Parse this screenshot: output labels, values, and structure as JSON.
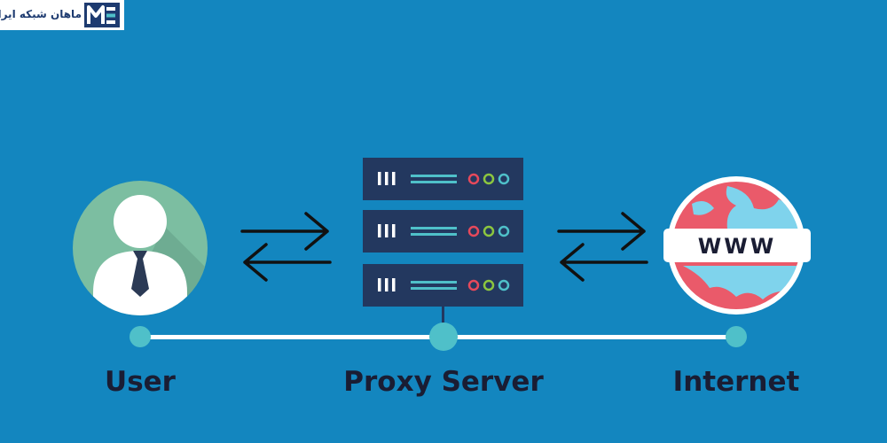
{
  "logo": {
    "text": "ماهان شبکه ایرانیان",
    "icon": "m-letter-logo-icon"
  },
  "nodes": {
    "user": {
      "label": "User",
      "icon": "user-avatar-icon"
    },
    "proxy": {
      "label": "Proxy Server",
      "icon": "server-rack-icon"
    },
    "internet": {
      "label": "Internet",
      "icon": "globe-www-icon",
      "badge": "WWW"
    }
  },
  "colors": {
    "background": "#1386bf",
    "server": "#23385f",
    "user_circle": "#7cbea1",
    "globe": "#ea5a6a",
    "connector": "#ffffff",
    "node_dot": "#4fc0c9"
  }
}
